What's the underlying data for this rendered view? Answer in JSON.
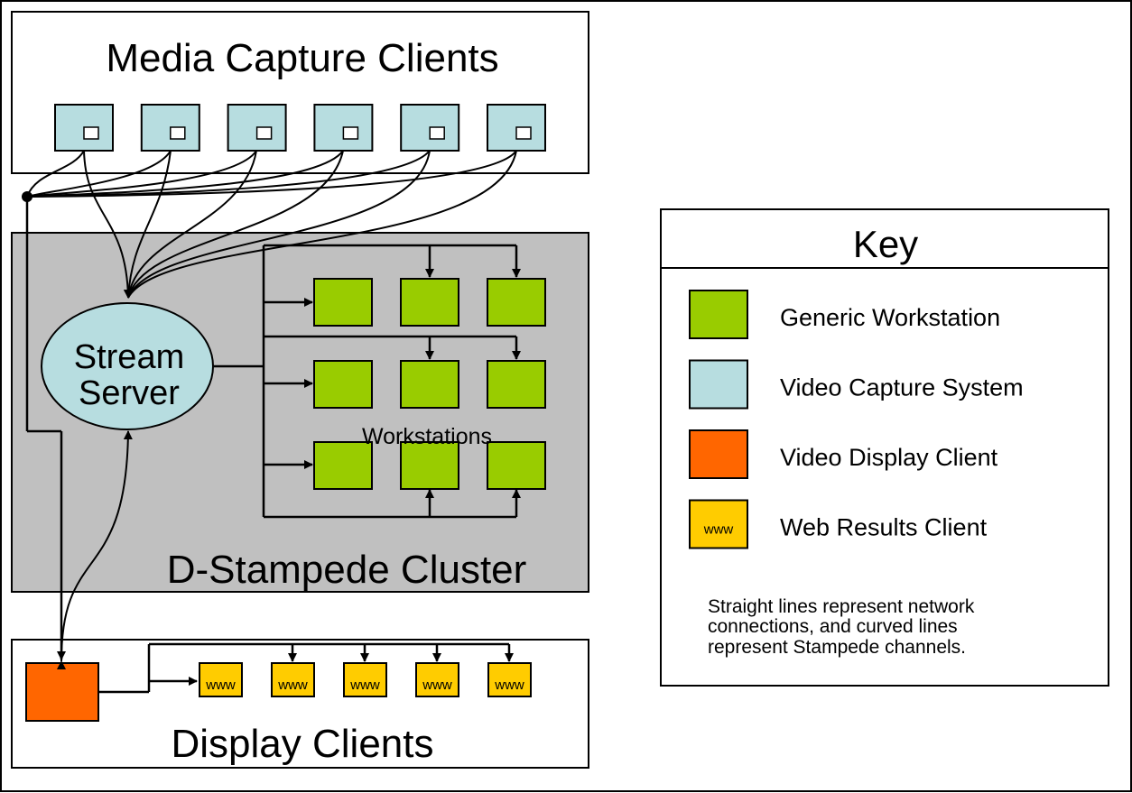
{
  "media_capture": {
    "title": "Media Capture Clients",
    "capture_count": 6
  },
  "cluster": {
    "title": "D-Stampede Cluster",
    "server_line1": "Stream",
    "server_line2": "Server",
    "workstations_label": "Workstations"
  },
  "display": {
    "title": "Display Clients",
    "web_client_count": 5,
    "web_client_label": "www"
  },
  "key": {
    "title": "Key",
    "items": [
      {
        "label": "Generic Workstation",
        "color": "#99cc00",
        "name": "workstation"
      },
      {
        "label": "Video Capture System",
        "color": "#b7dde0",
        "name": "capture"
      },
      {
        "label": "Video Display Client",
        "color": "#ff6600",
        "name": "display"
      },
      {
        "label": "Web Results Client",
        "color": "#ffcc00",
        "name": "web",
        "glyph": "www"
      }
    ],
    "note_line1": "Straight lines represent network",
    "note_line2": "connections, and curved lines",
    "note_line3": "represent Stampede channels."
  },
  "colors": {
    "cluster_bg": "#c0c0c0",
    "workstation": "#99cc00",
    "capture": "#b7dde0",
    "server": "#b7dde0",
    "display": "#ff6600",
    "web": "#ffcc00"
  }
}
